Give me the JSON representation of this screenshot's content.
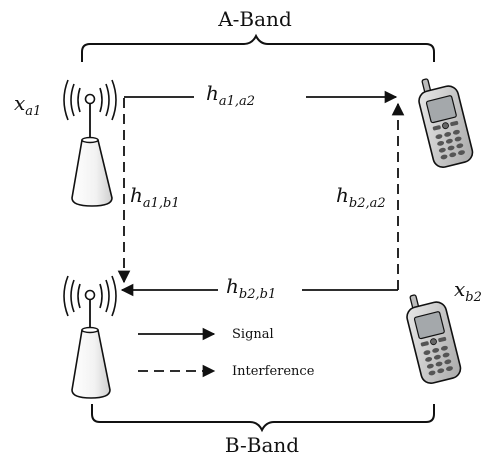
{
  "bands": {
    "top_label": "A-Band",
    "bottom_label": "B-Band"
  },
  "nodes": {
    "tx_a1": {
      "var": "x",
      "sub": "a1",
      "icon": "base-station-tower-icon"
    },
    "rx_a2": {
      "icon": "mobile-phone-icon"
    },
    "tx_b2": {
      "var": "x",
      "sub": "b2",
      "icon": "mobile-phone-icon"
    },
    "rx_b1": {
      "icon": "base-station-tower-icon"
    }
  },
  "links": {
    "h_a1_a2": {
      "var": "h",
      "sub": "a1,a2",
      "type": "signal"
    },
    "h_a1_b1": {
      "var": "h",
      "sub": "a1,b1",
      "type": "interference"
    },
    "h_b2_a2": {
      "var": "h",
      "sub": "b2,a2",
      "type": "interference"
    },
    "h_b2_b1": {
      "var": "h",
      "sub": "b2,b1",
      "type": "signal"
    }
  },
  "legend": {
    "signal": "Signal",
    "interference": "Interference"
  },
  "colors": {
    "line": "#111111",
    "tower_fill": "#ffffff",
    "phone_body": "#cfcfcf",
    "phone_screen": "#9fa3a6",
    "phone_key": "#555555"
  }
}
